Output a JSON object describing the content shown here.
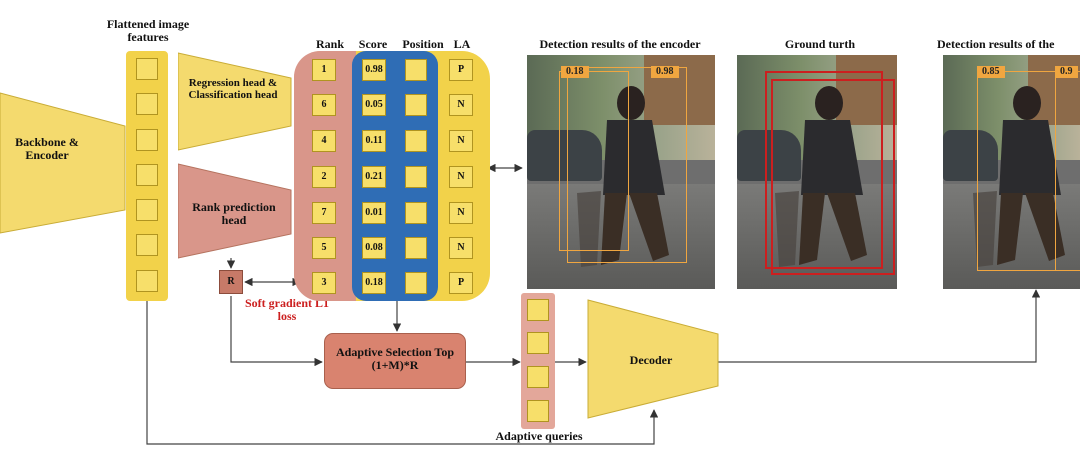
{
  "labels": {
    "flattened": "Flattened image features",
    "backbone": "Backbone & Encoder",
    "regression_head": "Regression head & Classification head",
    "rank_head": "Rank prediction head",
    "R": "R",
    "soft_gradient": "Soft gradient L1 loss",
    "adaptive_selection": "Adaptive Selection Top (1+M)*R",
    "decoder": "Decoder",
    "adaptive_queries": "Adaptive queries",
    "col_rank": "Rank",
    "col_score": "Score",
    "col_position": "Position",
    "col_la": "LA",
    "panel_encoder": "Detection results of the encoder",
    "panel_gt": "Ground turth",
    "panel_decoder": "Detection results of the"
  },
  "table": {
    "rows": [
      {
        "rank": "1",
        "score": "0.98",
        "la": "P"
      },
      {
        "rank": "6",
        "score": "0.05",
        "la": "N"
      },
      {
        "rank": "4",
        "score": "0.11",
        "la": "N"
      },
      {
        "rank": "2",
        "score": "0.21",
        "la": "N"
      },
      {
        "rank": "7",
        "score": "0.01",
        "la": "N"
      },
      {
        "rank": "5",
        "score": "0.08",
        "la": "N"
      },
      {
        "rank": "3",
        "score": "0.18",
        "la": "P"
      }
    ]
  },
  "panels": {
    "encoder_scores": [
      "0.18",
      "0.98"
    ],
    "decoder_scores": [
      "0.85",
      "0.9"
    ]
  },
  "colors": {
    "yellow": "#f2d24a",
    "pink": "#d9968a",
    "blue": "#2f6db5",
    "red": "#cc1f1f",
    "orange": "#e8952d"
  }
}
